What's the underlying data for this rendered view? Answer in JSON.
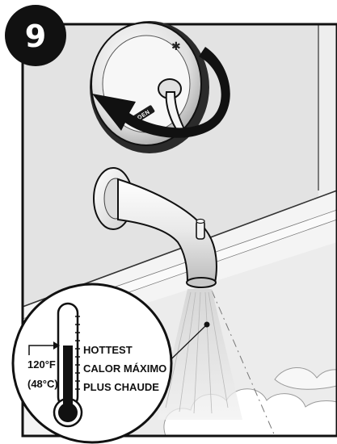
{
  "step": {
    "number": "9"
  },
  "valve": {
    "brand": "MOEN"
  },
  "thermometer": {
    "temp_f": "120°F",
    "temp_c": "(48°C)",
    "labels": [
      "HOTTEST",
      "CALOR MÁXIMO",
      "PLUS CHAUDE"
    ]
  },
  "colors": {
    "ink": "#111111",
    "wall": "#e3e3e3",
    "tub": "#f4f4f4",
    "background": "#ffffff"
  }
}
